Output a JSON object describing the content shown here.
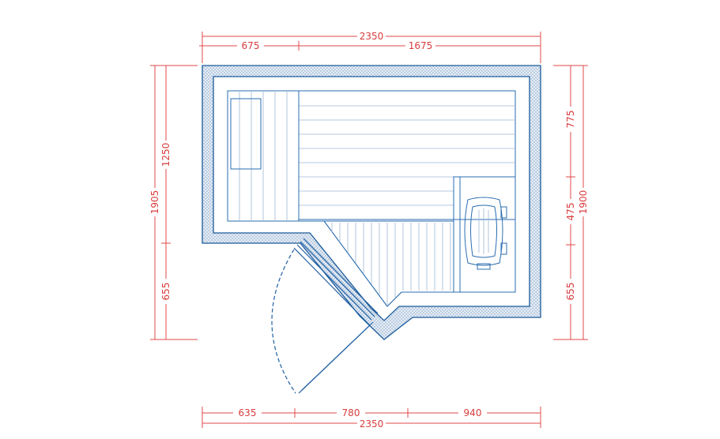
{
  "drawing": {
    "line_color": "#1a5a9a",
    "dimension_color": "#e04848",
    "hatch_color": "#9db6d4"
  },
  "dimensions": {
    "top_total": "2350",
    "top_left": "675",
    "top_right": "1675",
    "bottom_total": "2350",
    "bottom_a": "635",
    "bottom_b": "780",
    "bottom_c": "940",
    "left_total": "1905",
    "left_upper": "1250",
    "left_lower": "655",
    "right_total": "1900",
    "right_upper": "775",
    "right_middle": "475",
    "right_lower": "655"
  }
}
